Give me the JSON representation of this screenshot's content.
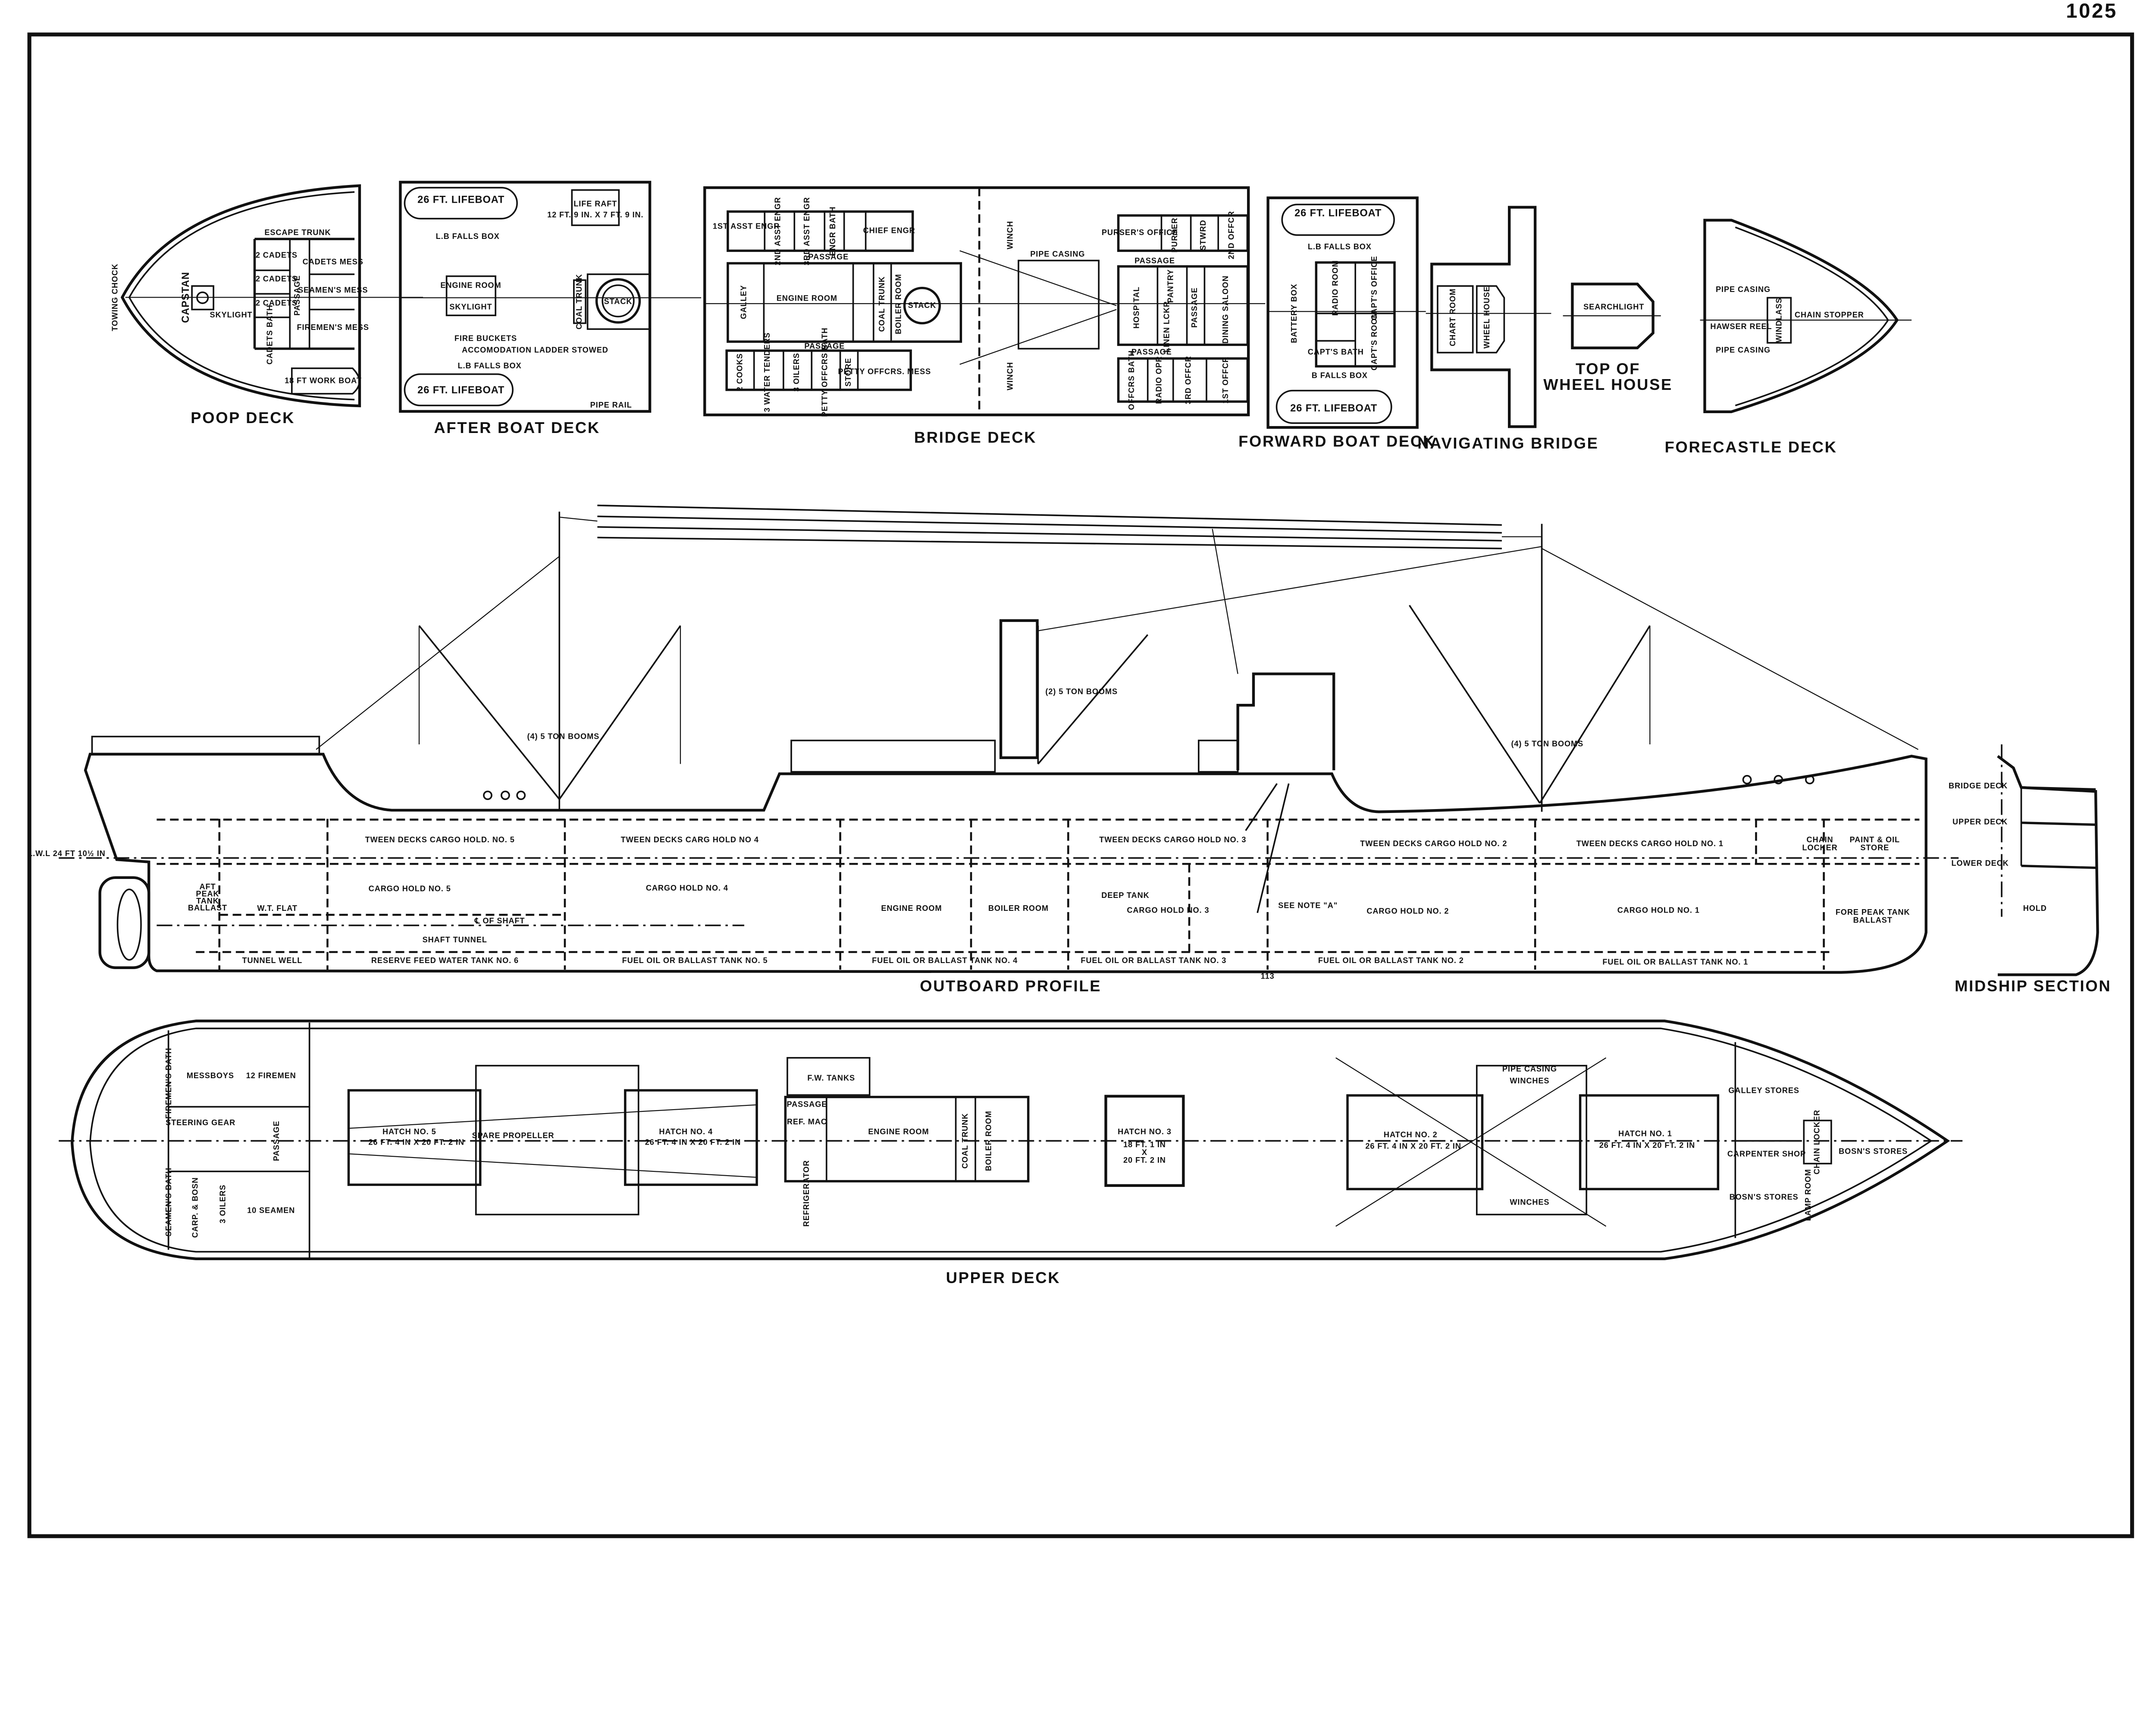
{
  "page_number": "1025",
  "decks": {
    "poop": {
      "title": "POOP DECK",
      "capstan": "CAPSTAN",
      "cadets": "2 CADETS",
      "cadets_mess": "CADETS MESS",
      "seamens_mess": "SEAMEN'S MESS",
      "firemens_mess": "FIREMEN'S MESS",
      "passage": "PASSAGE",
      "cadets_bath": "CADETS BATH",
      "work_boat": "18 FT WORK BOAT",
      "skylight": "SKYLIGHT",
      "towing_chock": "TOWING CHOCK",
      "escape_trunk": "ESCAPE TRUNK"
    },
    "after_boat": {
      "title": "AFTER BOAT DECK",
      "lifeboat": "26 FT. LIFEBOAT",
      "life_raft": "LIFE RAFT",
      "life_raft_size": "12 FT. 9 IN. X 7 FT. 9 IN.",
      "falls_box": "L.B FALLS BOX",
      "engine_room": "ENGINE ROOM",
      "skylight": "SKYLIGHT",
      "stack": "STACK",
      "coal_trunk": "COAL TRUNK",
      "fire_buckets": "FIRE BUCKETS",
      "accom_ladder": "ACCOMODATION LADDER STOWED",
      "pipe_rail": "PIPE RAIL"
    },
    "bridge": {
      "title": "BRIDGE DECK",
      "rooms": [
        "1ST ASST ENGR",
        "2ND ASST ENGR",
        "3RD ASST ENGR",
        "ENGR BATH",
        "CHIEF ENGR",
        "PASSAGE",
        "GALLEY",
        "ENGINE ROOM",
        "COAL TRUNK",
        "BOILER ROOM",
        "STACK",
        "PASSAGE",
        "2 COOKS",
        "3 WATER TENDERS",
        "3 OILERS",
        "PETTY OFFCRS BATH",
        "STORE",
        "PETTY OFFCRS. MESS",
        "PURSER'S OFFICE",
        "PURSER",
        "STWRD",
        "2ND OFFCR",
        "PASSAGE",
        "HOSPITAL",
        "LINEN LCKR",
        "PANTRY",
        "PASSAGE",
        "DINING SALOON",
        "PASSAGE",
        "OFFCRS BATH",
        "RADIO OPR",
        "3RD OFFCR",
        "1ST OFFCR",
        "PIPE CASING",
        "WINCH",
        "WINCH"
      ]
    },
    "forward_boat": {
      "title": "FORWARD BOAT DECK",
      "lifeboat": "26 FT. LIFEBOAT",
      "falls_box": "L.B FALLS BOX",
      "falls_box_2": "B FALLS BOX",
      "radio_room": "RADIO ROOM",
      "capts_office": "CAPT'S OFFICE",
      "battery_box": "BATTERY BOX",
      "capts_room": "CAPT'S ROOM",
      "capts_bath": "CAPT'S BATH"
    },
    "navigating_bridge": {
      "title": "NAVIGATING BRIDGE",
      "chart_room": "CHART ROOM",
      "wheel_house": "WHEEL HOUSE"
    },
    "top_wheel_house": {
      "title_line1": "TOP OF",
      "title_line2": "WHEEL HOUSE",
      "searchlight": "SEARCHLIGHT"
    },
    "forecastle": {
      "title": "FORECASTLE DECK",
      "windlass": "WINDLASS",
      "chain_stopper": "CHAIN STOPPER",
      "hawser_reel": "HAWSER REEL",
      "pipe_casing": "PIPE CASING"
    }
  },
  "profile": {
    "title": "OUTBOARD PROFILE",
    "lwl": "L.W.L 24 FT 10½ IN",
    "booms_aft": "(4) 5 TON BOOMS",
    "booms_mid": "(2) 5 TON BOOMS",
    "booms_fwd": "(4) 5 TON BOOMS",
    "labels": [
      "TWEEN DECKS CARGO HOLD. NO. 5",
      "TWEEN DECKS CARG HOLD NO 4",
      "TWEEN DECKS CARGO HOLD NO. 3",
      "TWEEN DECKS CARGO HOLD NO. 2",
      "TWEEN DECKS CARGO HOLD NO. 1",
      "CARGO HOLD NO. 5",
      "CARGO HOLD NO. 4",
      "ENGINE ROOM",
      "BOILER ROOM",
      "DEEP TANK",
      "CARGO HOLD NO. 3",
      "SEE NOTE \"A\"",
      "CARGO HOLD NO. 2",
      "CARGO HOLD NO. 1",
      "AFT",
      "PEAK",
      "TANK",
      "BALLAST",
      "W.T. FLAT",
      "℄ OF SHAFT",
      "SHAFT TUNNEL",
      "TUNNEL WELL",
      "RESERVE FEED WATER TANK NO. 6",
      "FUEL OIL OR BALLAST TANK NO. 5",
      "FUEL OIL OR BALLAST TANK NO. 4",
      "FUEL OIL OR BALLAST TANK NO. 3",
      "FUEL OIL OR BALLAST TANK NO. 2",
      "FUEL OIL OR BALLAST TANK NO. 1",
      "CHAIN",
      "LOCKER",
      "PAINT & OIL",
      "STORE",
      "FORE PEAK TANK",
      "BALLAST",
      "113"
    ]
  },
  "midship": {
    "title": "MIDSHIP SECTION",
    "bridge_deck": "BRIDGE DECK",
    "upper_deck": "UPPER DECK",
    "lower_deck": "LOWER DECK",
    "hold": "HOLD"
  },
  "upper_deck": {
    "title": "UPPER DECK",
    "labels": [
      "FIREMEN'S BATH",
      "MESSBOYS",
      "12 FIREMEN",
      "STEERING GEAR",
      "PASSAGE",
      "SEAMEN'S BATH",
      "CARP. & BOSN",
      "3 OILERS",
      "10 SEAMEN",
      "HATCH NO. 5",
      "26 FT. 4 IN X 20 FT. 2 IN",
      "SPARE PROPELLER",
      "HATCH NO. 4",
      "26 FT. 4 IN X 20 FT. 2 IN",
      "F.W. TANKS",
      "PASSAGE",
      "REF. MAC",
      "REFRIGERATOR",
      "ENGINE ROOM",
      "COAL TRUNK",
      "BOILER ROOM",
      "HATCH NO. 3",
      "18 FT. 1 IN",
      "X",
      "20 FT. 2 IN",
      "HATCH NO. 2",
      "26 FT. 4 IN X 20 FT. 2 IN",
      "HATCH NO. 1",
      "26 FT. 4 IN X 20 FT. 2 IN",
      "GALLEY STORES",
      "CARPENTER SHOP",
      "BOSN'S STORES",
      "BOSN'S STORES",
      "CHAIN LOCKER",
      "LAMP ROOM",
      "WINCHES",
      "WINCHES",
      "PIPE CASING"
    ]
  }
}
